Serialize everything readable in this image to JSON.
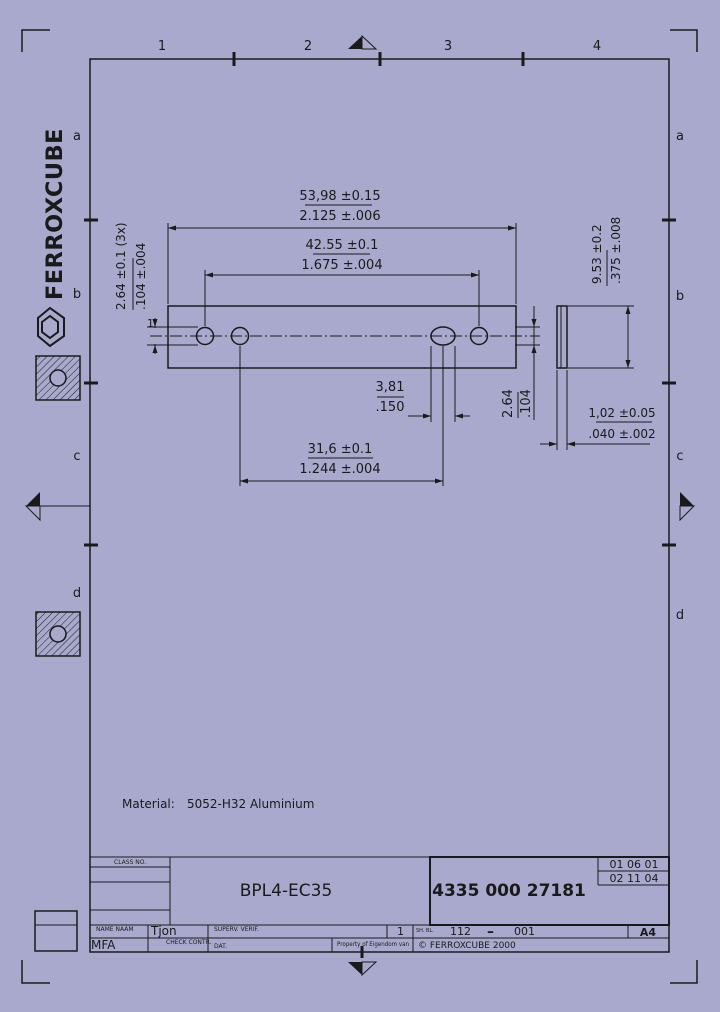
{
  "grid": {
    "columns": [
      "1",
      "2",
      "3",
      "4"
    ],
    "rows_left": [
      "a",
      "b",
      "c",
      "d"
    ],
    "rows_right": [
      "a",
      "b",
      "c",
      "d"
    ]
  },
  "brand": {
    "logo_text": "FERROXCUBE"
  },
  "dimensions": {
    "overall_mm": "53,98 ±0.15",
    "overall_in": "2.125 ±.006",
    "hole_span_mm": "42.55 ±0.1",
    "hole_span_in": "1.675 ±.004",
    "hole_dia_mm": "2.64 ±0.1 (3x)",
    "hole_dia_in": ".104 ±.004",
    "slot_mm": "3,81",
    "slot_in": ".150",
    "width_mm": "2.64",
    "width_in": ".104",
    "inner_span_mm": "31,6 ±0.1",
    "inner_span_in": "1.244 ±.004",
    "height_mm": "9.53 ±0.2",
    "height_in": ".375 ±.008",
    "thickness_mm": "1,02 ±0.05",
    "thickness_in": ".040 ±.002",
    "tick_label": "1"
  },
  "material": {
    "label": "Material:",
    "value": "5052-H32 Aluminium"
  },
  "title_block": {
    "class_label": "CLASS NO.",
    "part_name": "BPL4-EC35",
    "code": "4335 000 27181",
    "date1": "01 06 01",
    "date2": "02 11 04",
    "name_label": "NAME NAAM",
    "name_value": "Tjon",
    "check_label": "CHECK CONTR.",
    "date_label": "DAT.",
    "super_label": "SUPERV. VERIF.",
    "initials": "MFA",
    "sheet_no": "1",
    "sheet_label": "SH. BL.",
    "seg1": "112",
    "dash": "–",
    "seg2": "001",
    "size": "A4",
    "property_label": "Property of Eigendom van",
    "copyright": "© FERROXCUBE 2000"
  }
}
